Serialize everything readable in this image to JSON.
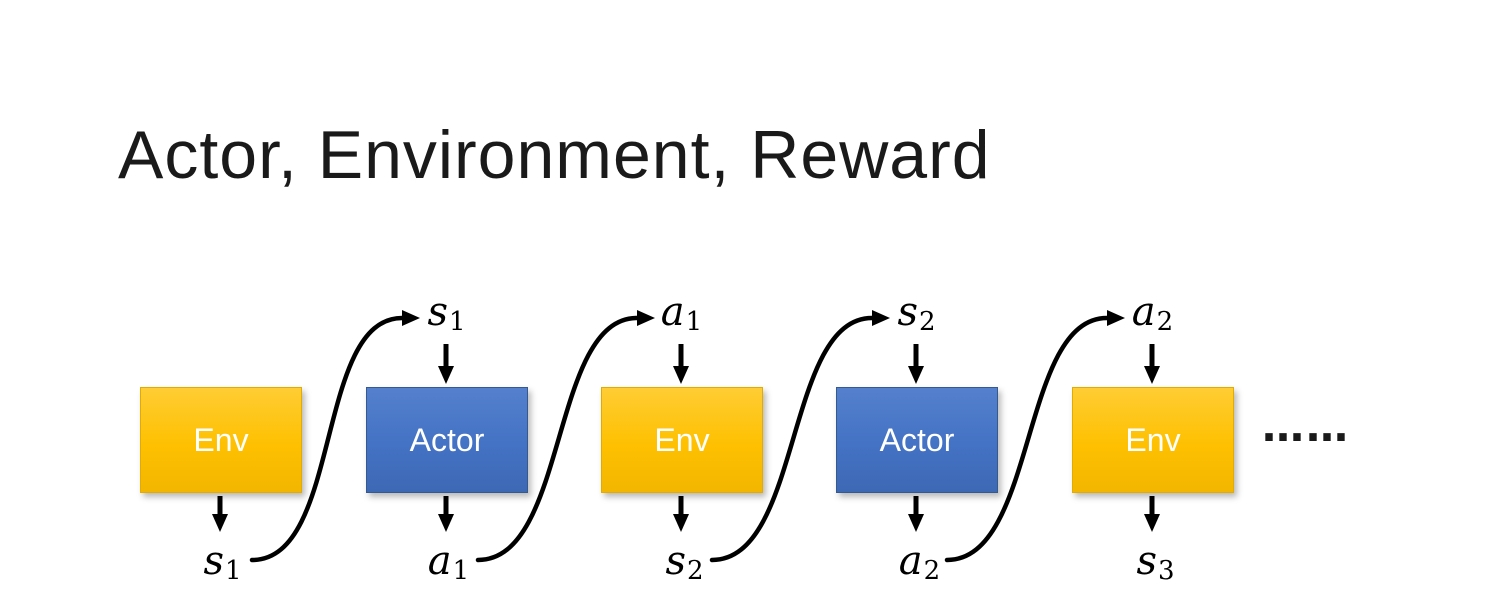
{
  "title": "Actor, Environment, Reward",
  "ellipsis": "……",
  "boxes": [
    {
      "label": "Env"
    },
    {
      "label": "Actor"
    },
    {
      "label": "Env"
    },
    {
      "label": "Actor"
    },
    {
      "label": "Env"
    }
  ],
  "top_labels": [
    {
      "base": "s",
      "sub": "1"
    },
    {
      "base": "a",
      "sub": "1"
    },
    {
      "base": "s",
      "sub": "2"
    },
    {
      "base": "a",
      "sub": "2"
    }
  ],
  "bottom_labels": [
    {
      "base": "s",
      "sub": "1"
    },
    {
      "base": "a",
      "sub": "1"
    },
    {
      "base": "s",
      "sub": "2"
    },
    {
      "base": "a",
      "sub": "2"
    },
    {
      "base": "s",
      "sub": "3"
    }
  ],
  "colors": {
    "env_fill": "#FFC000",
    "actor_fill": "#4472C4",
    "arrow": "#000000",
    "box_text": "#FFFFFF",
    "title_text": "#1A1A1A"
  }
}
